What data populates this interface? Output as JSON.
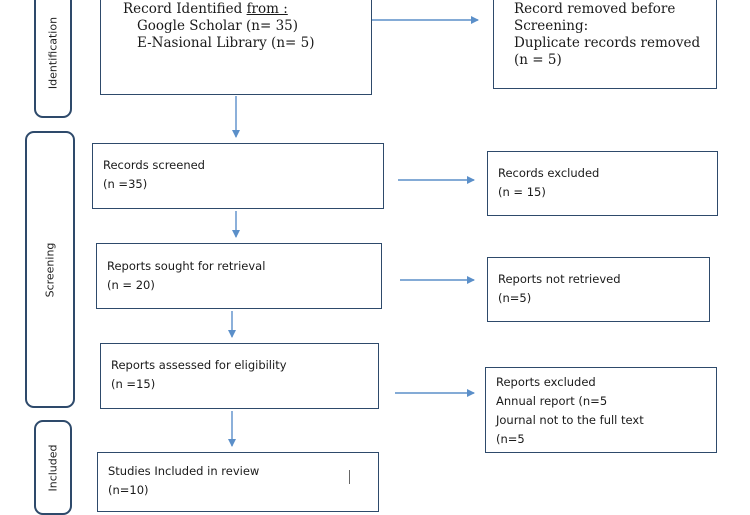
{
  "phases": [
    {
      "id": "identification",
      "label": "Identification"
    },
    {
      "id": "screening",
      "label": "Screening"
    },
    {
      "id": "included",
      "label": "Included"
    }
  ],
  "identification": {
    "main": {
      "line1_prefix": "Record Identified ",
      "line1_from": "from :",
      "line2": "Google Scholar (n= 35)",
      "line3": "E-Nasional Library (n= 5)"
    },
    "removed": {
      "line1": "Record removed before",
      "line2": "Screening:",
      "line3": "Duplicate records removed",
      "line4": "(n = 5)"
    }
  },
  "screening": {
    "screened": {
      "title": "Records screened",
      "count": "(n =35)"
    },
    "excluded": {
      "title": "Records excluded",
      "count": "(n = 15)"
    },
    "sought": {
      "title": "Reports sought for retrieval",
      "count": "(n = 20)"
    },
    "not_retrieved": {
      "title": "Reports not retrieved",
      "count": "(n=5)"
    },
    "assessed": {
      "title": "Reports assessed for eligibility",
      "count": "(n =15)"
    },
    "reports_excluded": {
      "title": "Reports excluded",
      "line2": "Annual report (n=5",
      "line3": "Journal not to the full text",
      "line4": "(n=5"
    }
  },
  "included": {
    "studies": {
      "title": "Studies Included in review",
      "count": "(n=10)"
    }
  },
  "colors": {
    "border": "#2e4a6b",
    "arrow": "#5b8fc9"
  }
}
